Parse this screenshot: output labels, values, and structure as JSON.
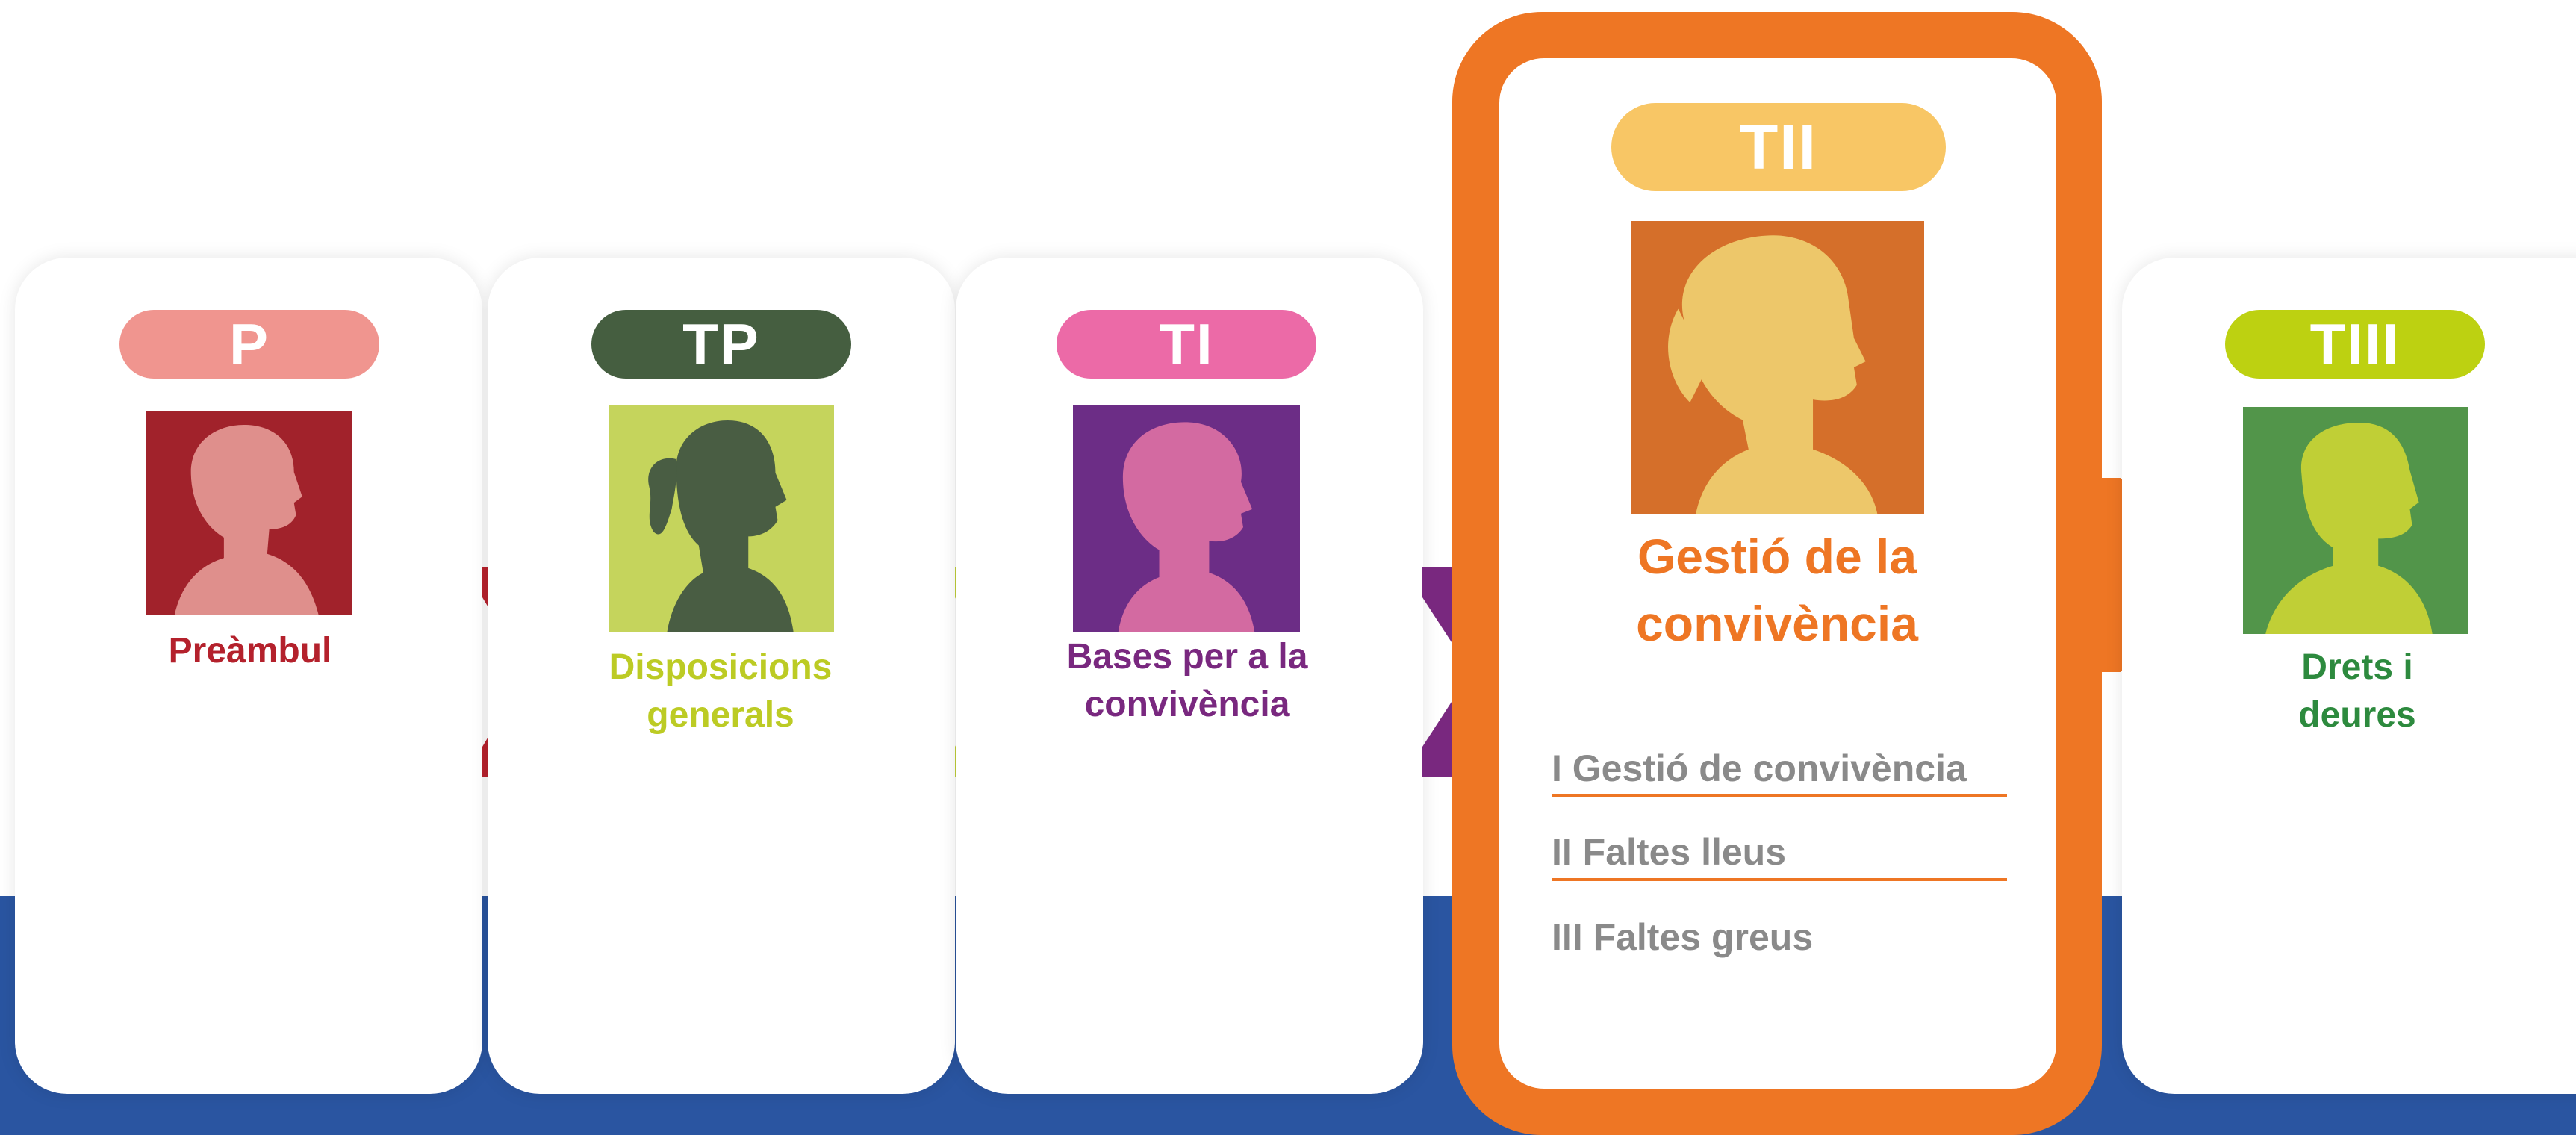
{
  "steps": [
    {
      "code": "P",
      "label_lines": [
        "Preàmbul"
      ]
    },
    {
      "code": "TP",
      "label_lines": [
        "Disposicions",
        "generals"
      ]
    },
    {
      "code": "TI",
      "label_lines": [
        "Bases per a la",
        "convivència"
      ]
    },
    {
      "code": "TII",
      "label_lines": [
        "Gestió de la",
        "convivència"
      ],
      "subitems": [
        "I Gestió de convivència",
        "II Faltes lleus",
        "III Faltes greus"
      ]
    },
    {
      "code": "TIII",
      "label_lines": [
        "Drets i",
        "deures"
      ]
    }
  ],
  "colors": {
    "band": "#2a55a1",
    "highlight": "#ee7624",
    "P": {
      "pill": "#f0958f",
      "photo_bg": "#a1222b",
      "silhouette": "#df8f8c",
      "label": "#b4212c",
      "arrow": "#b4212c"
    },
    "TP": {
      "pill": "#455e40",
      "photo_bg": "#c5d45c",
      "silhouette": "#495d43",
      "label": "#bccb24",
      "arrow": "#bccb38"
    },
    "TI": {
      "pill": "#ec6aa7",
      "photo_bg": "#6c2d86",
      "silhouette": "#d36aa1",
      "label": "#79287f",
      "arrow": "#79287f"
    },
    "TII": {
      "pill": "#f8c665",
      "photo_bg": "#d56f2a",
      "silhouette": "#edc76a",
      "label": "#ee7624",
      "arrow": "#ee7624"
    },
    "TIII": {
      "pill": "#bdd111",
      "photo_bg": "#52954a",
      "silhouette": "#c0cf36",
      "label": "#2d8a3e"
    }
  },
  "icons": [
    "child-silhouette-icon",
    "chevron-right-icon"
  ]
}
